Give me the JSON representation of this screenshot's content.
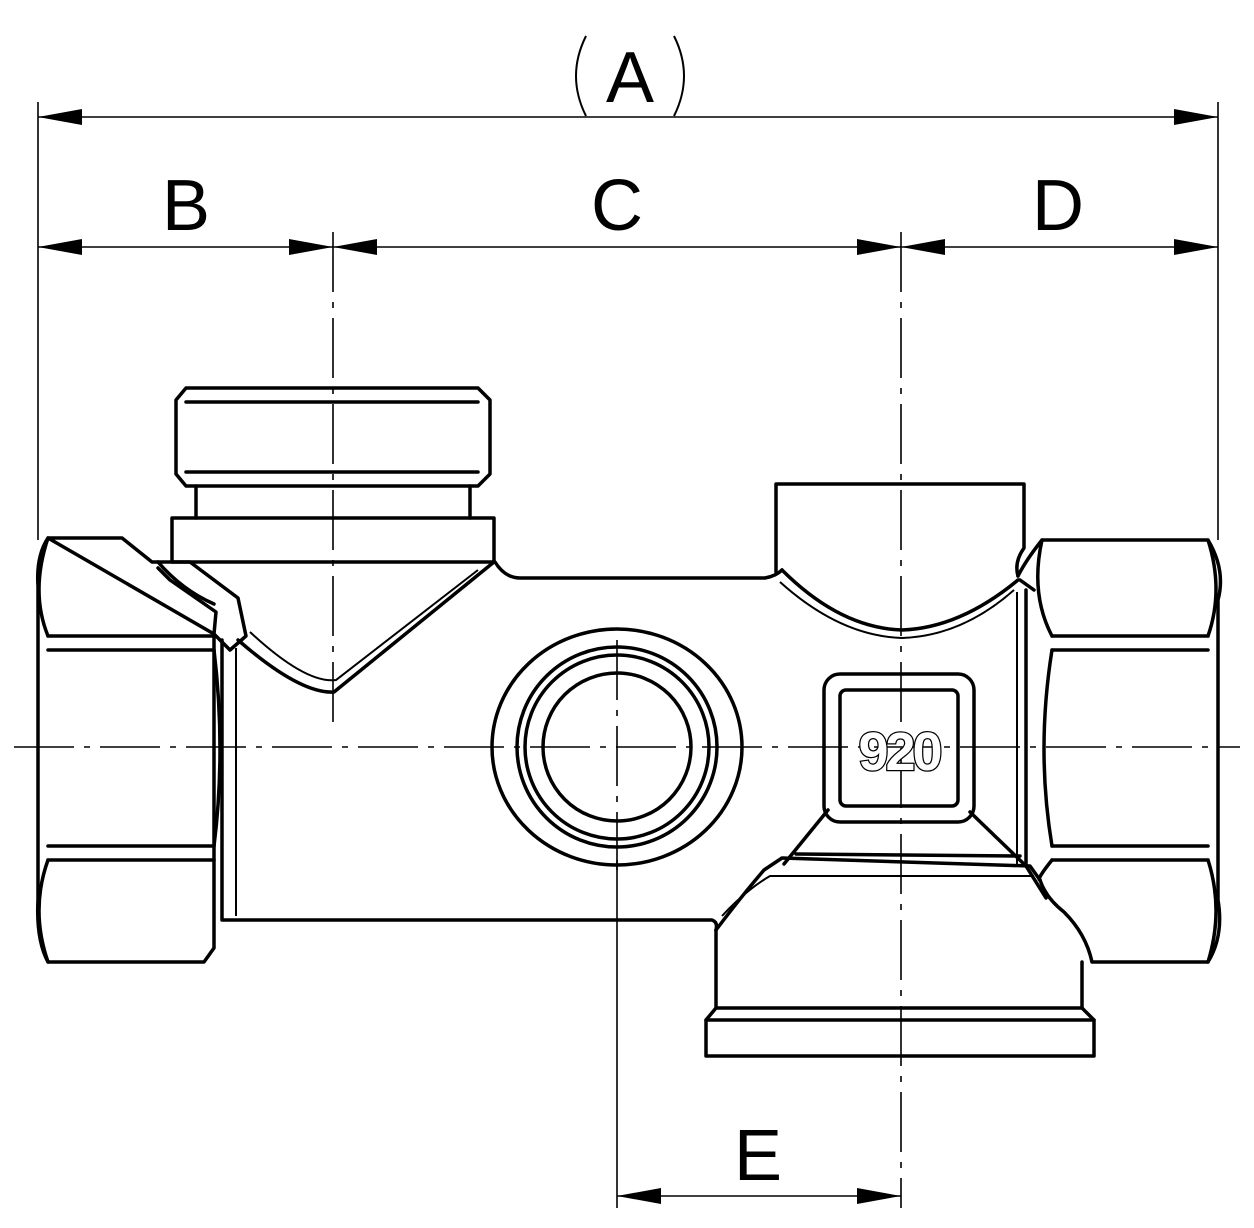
{
  "dimensions": {
    "a": "A",
    "b": "B",
    "c": "C",
    "d": "D",
    "e": "E"
  },
  "body_marking": "920",
  "colors": {
    "line": "#000000",
    "background": "#ffffff"
  }
}
